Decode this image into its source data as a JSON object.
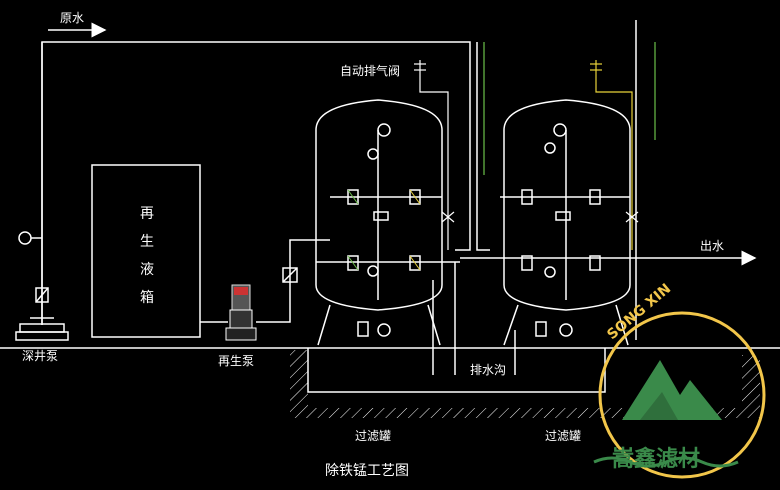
{
  "labels": {
    "raw_water": "原水",
    "auto_vent_valve": "自动排气阀",
    "regen_tank_chars": [
      "再",
      "生",
      "液",
      "箱"
    ],
    "outlet_water": "出水",
    "deep_well_pump": "深井泵",
    "regen_pump": "再生泵",
    "drain_ditch": "排水沟",
    "filter_tank_1": "过滤罐",
    "filter_tank_2": "过滤罐",
    "diagram_title": "除铁锰工艺图"
  },
  "logo": {
    "ring_text": "SONG XIN",
    "brand_text": "嵩鑫滤材",
    "ring_color": "#f2c64a",
    "mountain_color": "#3a8a4a"
  },
  "colors": {
    "background": "#000000",
    "line": "#ffffff",
    "accent_green": "#6cc04a",
    "accent_yellow": "#e8d23a"
  }
}
